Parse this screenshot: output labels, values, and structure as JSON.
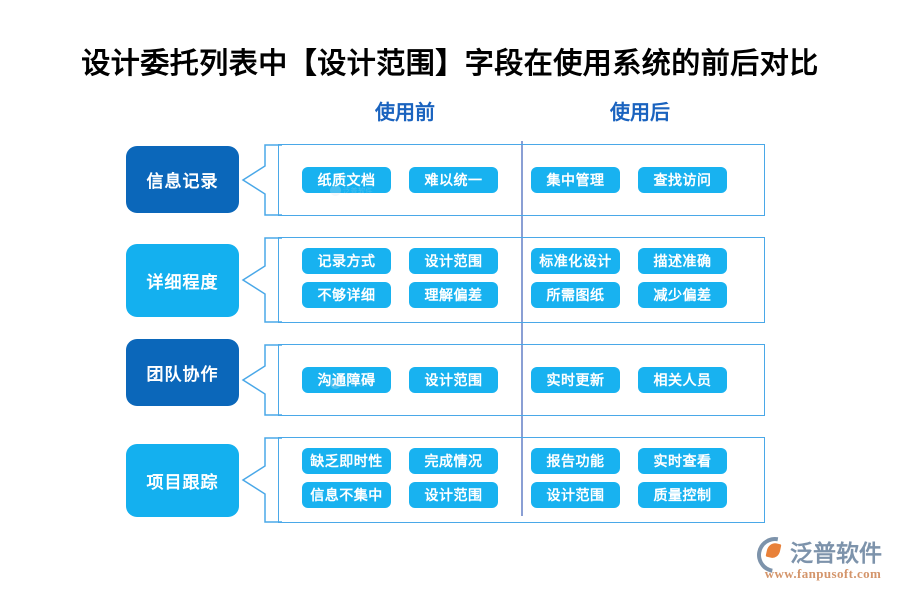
{
  "title": "设计委托列表中【设计范围】字段在使用系统的前后对比",
  "subtitles": {
    "before": "使用前",
    "after": "使用后"
  },
  "theme": {
    "label_dark": "#0b67ba",
    "label_light": "#14b0ef",
    "pill": "#18b2f0",
    "container_border": "#4aa8e8",
    "divider": "#8a9fd4",
    "subtitle_text": "#1a63bf",
    "title_text": "#000000",
    "background": "#ffffff"
  },
  "rows": [
    {
      "label": "信息记录",
      "label_style": "dark",
      "lines": 1,
      "before": [
        "纸质文档",
        "难以统一"
      ],
      "after": [
        "集中管理",
        "查找访问"
      ]
    },
    {
      "label": "详细程度",
      "label_style": "light",
      "lines": 2,
      "before": [
        "记录方式",
        "设计范围",
        "不够详细",
        "理解偏差"
      ],
      "after": [
        "标准化设计",
        "描述准确",
        "所需图纸",
        "减少偏差"
      ]
    },
    {
      "label": "团队协作",
      "label_style": "dark",
      "lines": 1,
      "before": [
        "沟通障碍",
        "设计范围"
      ],
      "after": [
        "实时更新",
        "相关人员"
      ]
    },
    {
      "label": "项目跟踪",
      "label_style": "light",
      "lines": 2,
      "before": [
        "缺乏即时性",
        "完成情况",
        "信息不集中",
        "设计范围"
      ],
      "after": [
        "报告功能",
        "实时查看",
        "设计范围",
        "质量控制"
      ]
    }
  ],
  "brand": {
    "name": "泛普软件",
    "url": "www.fanpusoft.com"
  }
}
